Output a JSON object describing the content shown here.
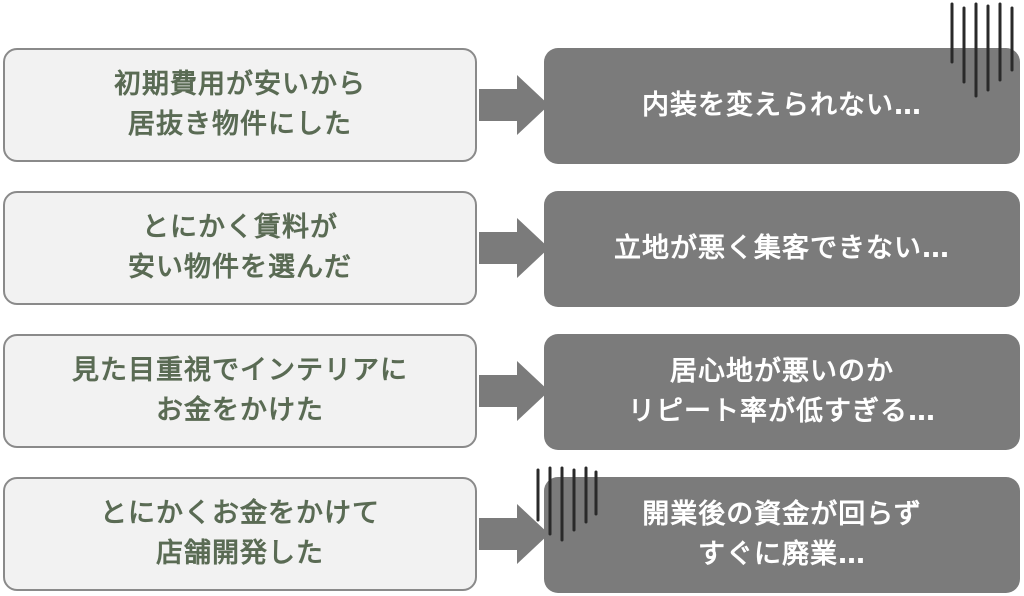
{
  "rows": [
    {
      "cause": [
        "初期費用が安いから",
        "居抜き物件にした"
      ],
      "result": [
        "内装を変えられない…"
      ]
    },
    {
      "cause": [
        "とにかく賃料が",
        "安い物件を選んだ"
      ],
      "result": [
        "立地が悪く集客できない…"
      ]
    },
    {
      "cause": [
        "見た目重視でインテリアに",
        "お金をかけた"
      ],
      "result": [
        "居心地が悪いのか",
        "リピート率が低すぎる…"
      ]
    },
    {
      "cause": [
        "とにかくお金をかけて",
        "店舗開発した"
      ],
      "result": [
        "開業後の資金が回らず",
        "すぐに廃業…"
      ]
    }
  ],
  "colors": {
    "cause_fill": "#f2f2f2",
    "cause_border": "#8a8a8a",
    "cause_text": "#5a6b54",
    "result_fill": "#7b7b7b",
    "result_text": "#ffffff",
    "arrow": "#7b7b7b",
    "decor_lines": "#2a2a2a"
  }
}
